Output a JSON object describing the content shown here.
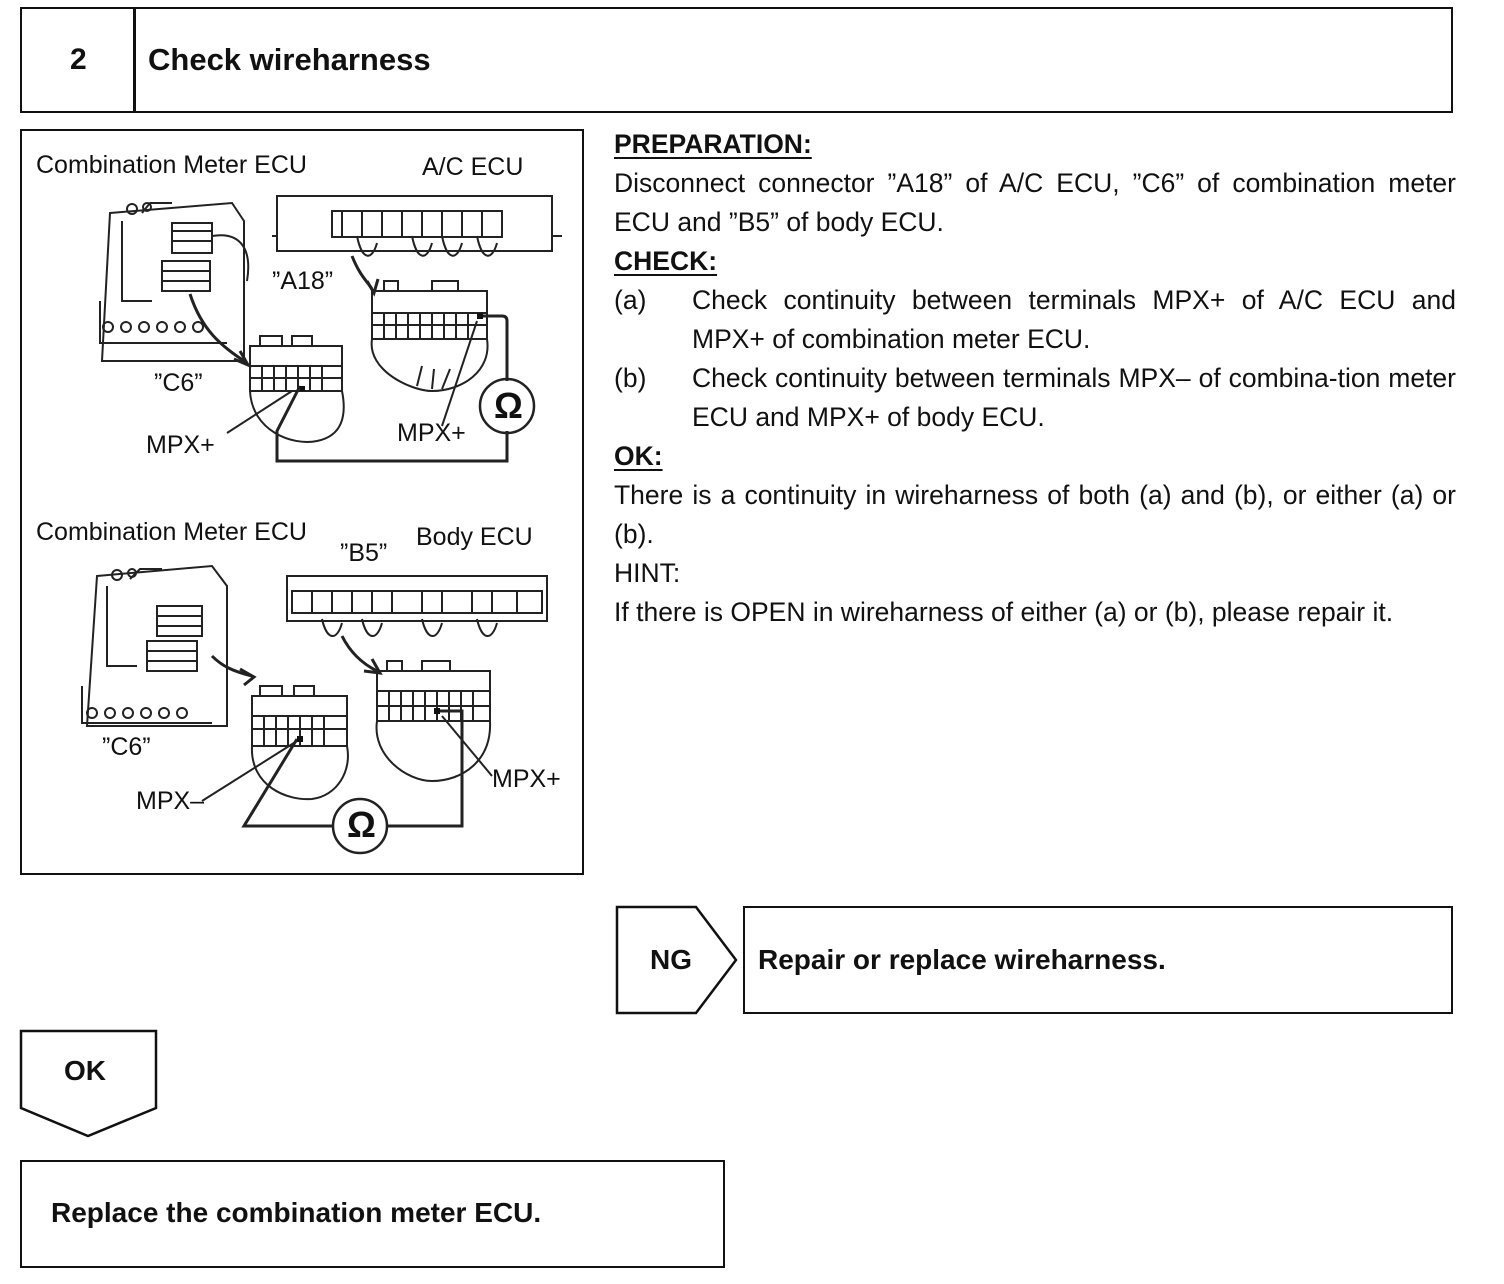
{
  "header": {
    "step": "2",
    "title": "Check wireharness"
  },
  "figure": {
    "top": {
      "meter_label": "Combination Meter ECU",
      "ecu_label": "A/C ECU",
      "conn_a": "”A18”",
      "conn_c": "”C6”",
      "pin_left": "MPX+",
      "pin_right": "MPX+",
      "ohm": "Ω"
    },
    "bottom": {
      "meter_label": "Combination Meter ECU",
      "ecu_label": "Body ECU",
      "conn_b": "”B5”",
      "conn_c": "”C6”",
      "pin_left": "MPX–",
      "pin_right": "MPX+",
      "ohm": "Ω"
    }
  },
  "preparation": {
    "heading": "PREPARATION:",
    "text": "Disconnect connector ”A18” of A/C ECU, ”C6” of combination meter ECU and ”B5” of body ECU."
  },
  "check": {
    "heading": "CHECK:",
    "items": [
      {
        "key": "(a)",
        "text": "Check continuity between terminals MPX+ of A/C ECU and MPX+ of combination meter ECU."
      },
      {
        "key": "(b)",
        "text": "Check continuity between terminals MPX– of combina-tion meter ECU and MPX+ of body ECU."
      }
    ]
  },
  "ok": {
    "heading": "OK:",
    "text": "There is a continuity in wireharness of both (a) and (b), or either (a) or (b)."
  },
  "hint": {
    "heading": "HINT:",
    "text": "If there is OPEN in wireharness of either (a) or (b), please repair it."
  },
  "ng_branch": {
    "tag": "NG",
    "action": "Repair or replace wireharness."
  },
  "ok_branch": {
    "tag": "OK",
    "action": "Replace the combination meter ECU."
  }
}
